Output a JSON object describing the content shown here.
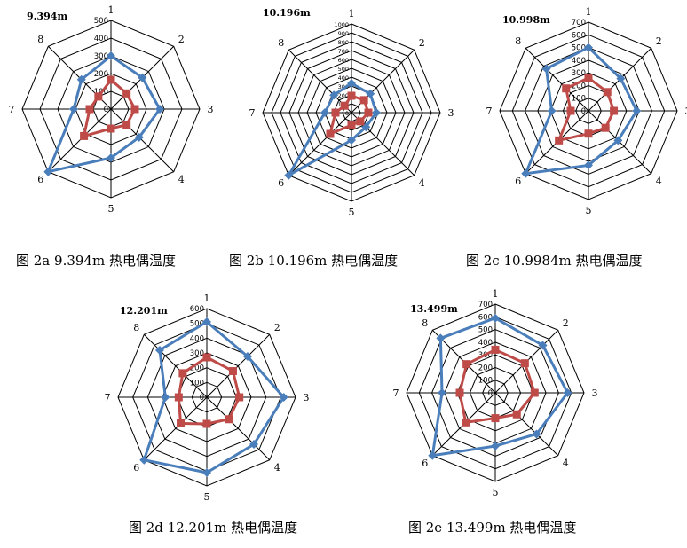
{
  "colors": {
    "series_blue": "#4a7ebb",
    "series_red": "#be4b48",
    "grid": "#000000"
  },
  "captions": [
    "图 2a  9.394m 热电偶温度",
    "图 2b 10.196m 热电偶温度",
    "图 2c 10.9984m 热电偶温度",
    "图 2d 12.201m 热电偶温度",
    "图 2e 13.499m 热电偶温度"
  ],
  "chart_data": [
    {
      "type": "radar",
      "title": "9.394m",
      "categories": [
        "1",
        "2",
        "3",
        "4",
        "5",
        "6",
        "7",
        "8"
      ],
      "ticks": [
        0,
        100,
        200,
        300,
        400,
        500
      ],
      "rmax": 500,
      "series": [
        {
          "values": [
            300,
            250,
            275,
            225,
            275,
            500,
            210,
            235
          ]
        },
        {
          "values": [
            165,
            125,
            135,
            125,
            110,
            215,
            120,
            100
          ]
        }
      ]
    },
    {
      "type": "radar",
      "title": "10.196m",
      "categories": [
        "1",
        "2",
        "3",
        "4",
        "5",
        "6",
        "7",
        "8"
      ],
      "ticks": [
        0,
        100,
        200,
        300,
        400,
        500,
        600,
        700,
        800,
        900,
        1000
      ],
      "rmax": 1000,
      "series": [
        {
          "values": [
            330,
            300,
            280,
            230,
            310,
            1000,
            300,
            280
          ]
        },
        {
          "values": [
            190,
            200,
            190,
            140,
            140,
            340,
            180,
            110
          ]
        }
      ]
    },
    {
      "type": "radar",
      "title": "10.998m",
      "categories": [
        "1",
        "2",
        "3",
        "4",
        "5",
        "6",
        "7",
        "8"
      ],
      "ticks": [
        0,
        100,
        200,
        300,
        400,
        500,
        600,
        700
      ],
      "rmax": 700,
      "series": [
        {
          "values": [
            500,
            360,
            380,
            330,
            430,
            700,
            290,
            470
          ]
        },
        {
          "values": [
            260,
            210,
            200,
            190,
            180,
            330,
            140,
            250
          ]
        }
      ]
    },
    {
      "type": "radar",
      "title": "12.201m",
      "categories": [
        "1",
        "2",
        "3",
        "4",
        "5",
        "6",
        "7",
        "8"
      ],
      "ticks": [
        0,
        100,
        200,
        300,
        400,
        500,
        600
      ],
      "rmax": 600,
      "series": [
        {
          "values": [
            510,
            390,
            520,
            450,
            510,
            600,
            280,
            450
          ]
        },
        {
          "values": [
            270,
            250,
            220,
            210,
            180,
            250,
            190,
            230
          ]
        }
      ]
    },
    {
      "type": "radar",
      "title": "13.499m",
      "categories": [
        "1",
        "2",
        "3",
        "4",
        "5",
        "6",
        "7",
        "8"
      ],
      "ticks": [
        0,
        100,
        200,
        300,
        400,
        500,
        600,
        700
      ],
      "rmax": 700,
      "series": [
        {
          "values": [
            590,
            530,
            570,
            460,
            420,
            700,
            420,
            610
          ]
        },
        {
          "values": [
            340,
            330,
            310,
            240,
            200,
            330,
            280,
            320
          ]
        }
      ]
    }
  ]
}
